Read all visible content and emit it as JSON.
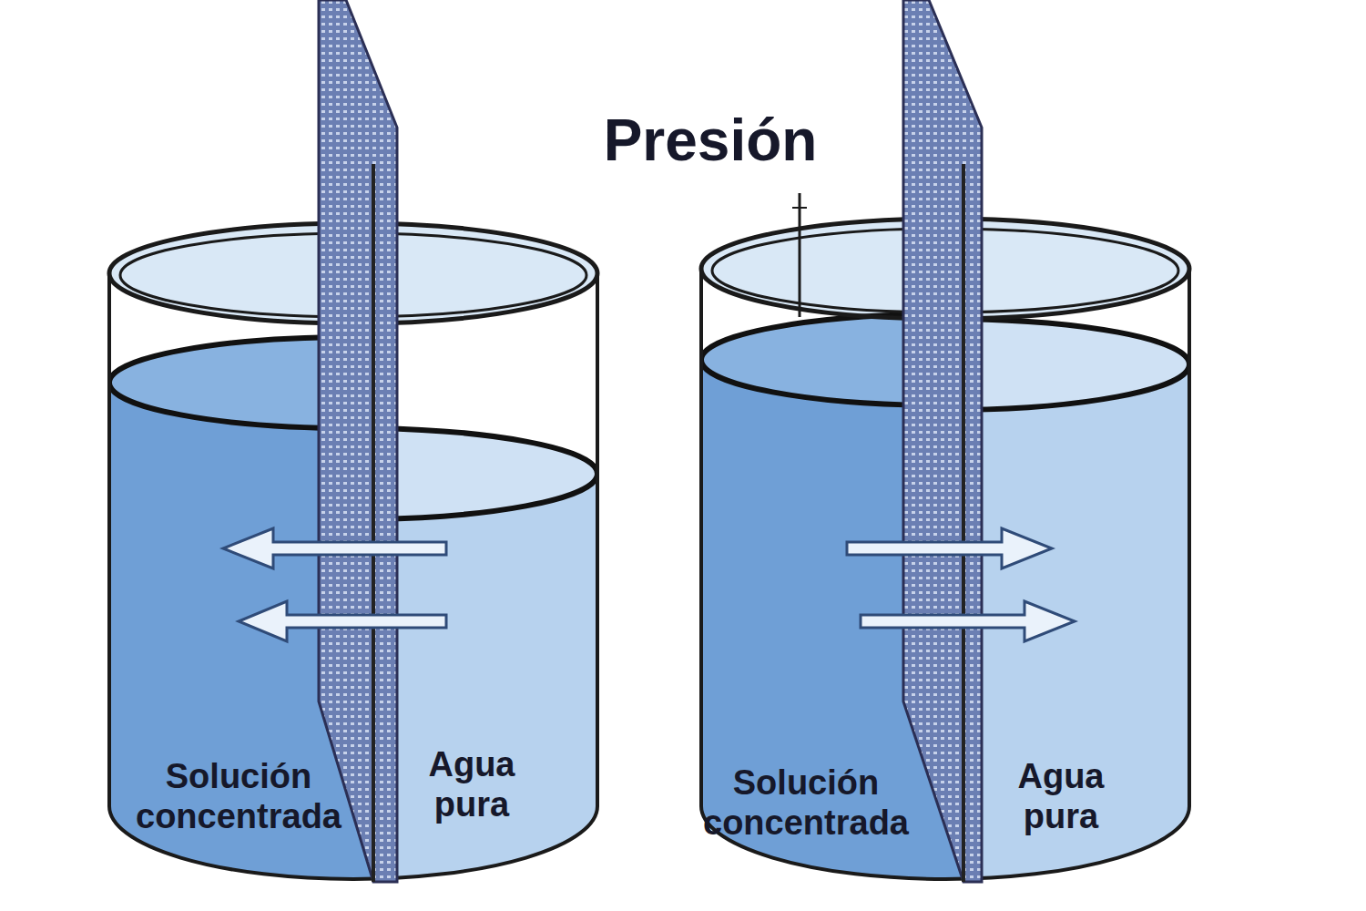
{
  "diagram": {
    "labels": [
      "Presión",
      "Solución concentrada",
      "Agua pura",
      "Solución concentrada",
      "Agua pura"
    ]
  }
}
